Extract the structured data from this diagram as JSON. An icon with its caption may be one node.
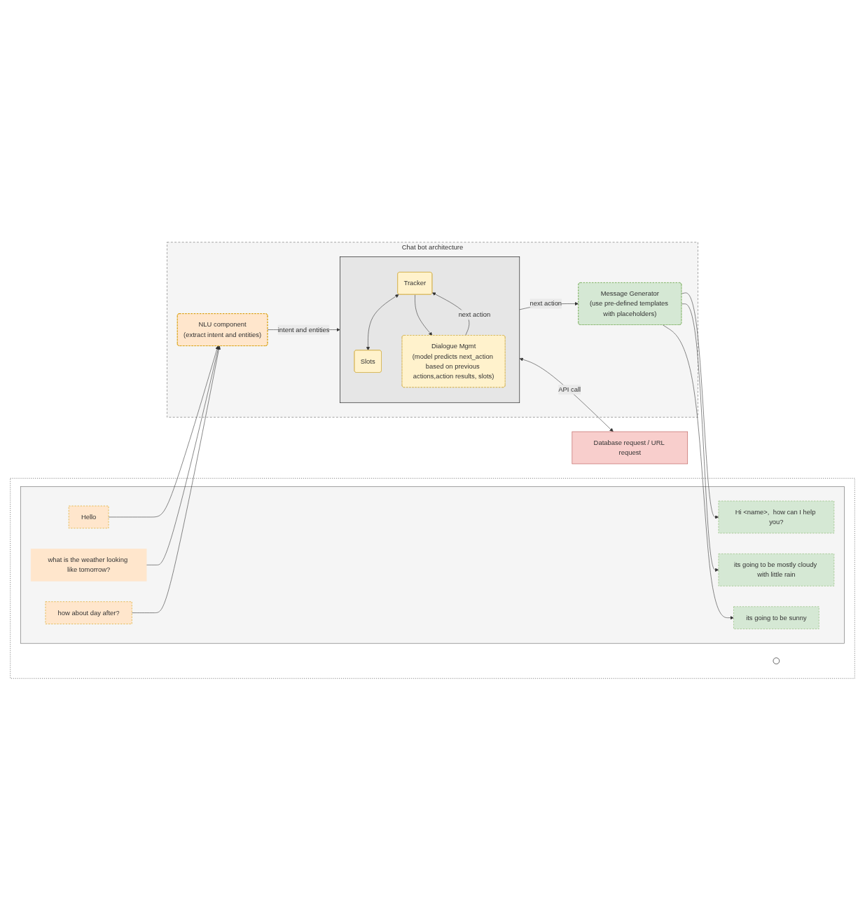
{
  "diagram": {
    "nodes": [
      {
        "text": [],
        "shape": "box"
      },
      {
        "text": [],
        "shape": "box",
        "in": 0
      },
      {
        "text": [
          "Hello"
        ],
        "in": 1
      },
      {
        "text": [
          "Hi <name>,  how can I help you?"
        ],
        "in": 1
      },
      {
        "text": [
          "what is the weather looking like tomorrow?"
        ],
        "in": 1
      },
      {
        "text": [
          "its going to be mostly cloudy with little rain"
        ],
        "in": 1
      },
      {
        "text": [
          "how about day after?"
        ],
        "in": 1
      },
      {
        "text": [
          "its going to be sunny"
        ],
        "in": 1
      },
      {
        "text": [],
        "shape": "circle",
        "in": 0
      },
      {
        "text": [
          "Chat bot architecture"
        ]
      },
      {
        "text": [
          "NLU component",
          "(extract intent and entities)"
        ],
        "in": 9
      },
      {
        "text": [],
        "shape": "box",
        "in": 9
      },
      {
        "text": [
          "Tracker"
        ],
        "in": 11
      },
      {
        "text": [
          "Slots"
        ],
        "in": 11
      },
      {
        "text": [
          "Dialogue Mgmt",
          "(model predicts next_action based on previous actions,action results, slots)"
        ],
        "in": 11
      },
      {
        "text": [
          "Message Generator",
          "(use pre-defined templates with placeholders)"
        ],
        "in": 9
      },
      {
        "text": [
          "Database request / URL request"
        ]
      }
    ],
    "edges": [
      {
        "from": 2,
        "to": 10,
        "arrow": "to"
      },
      {
        "from": 4,
        "to": 10,
        "arrow": "to"
      },
      {
        "from": 6,
        "to": 10,
        "arrow": "to"
      },
      {
        "from": 15,
        "to": 3,
        "arrow": "to"
      },
      {
        "from": 15,
        "to": 5,
        "arrow": "to"
      },
      {
        "from": 15,
        "to": 7,
        "arrow": "to"
      },
      {
        "from": 10,
        "to": 11,
        "arrow": "to",
        "label": "intent and entities"
      },
      {
        "from": 12,
        "to": 13,
        "arrow": "both"
      },
      {
        "from": 12,
        "to": 14,
        "arrow": "to"
      },
      {
        "from": 14,
        "to": 12,
        "arrow": "to",
        "label": "next action"
      },
      {
        "from": 11,
        "to": 15,
        "arrow": "to",
        "label": "next action"
      },
      {
        "from": 11,
        "to": 16,
        "arrow": "both",
        "label": "API call"
      }
    ]
  }
}
